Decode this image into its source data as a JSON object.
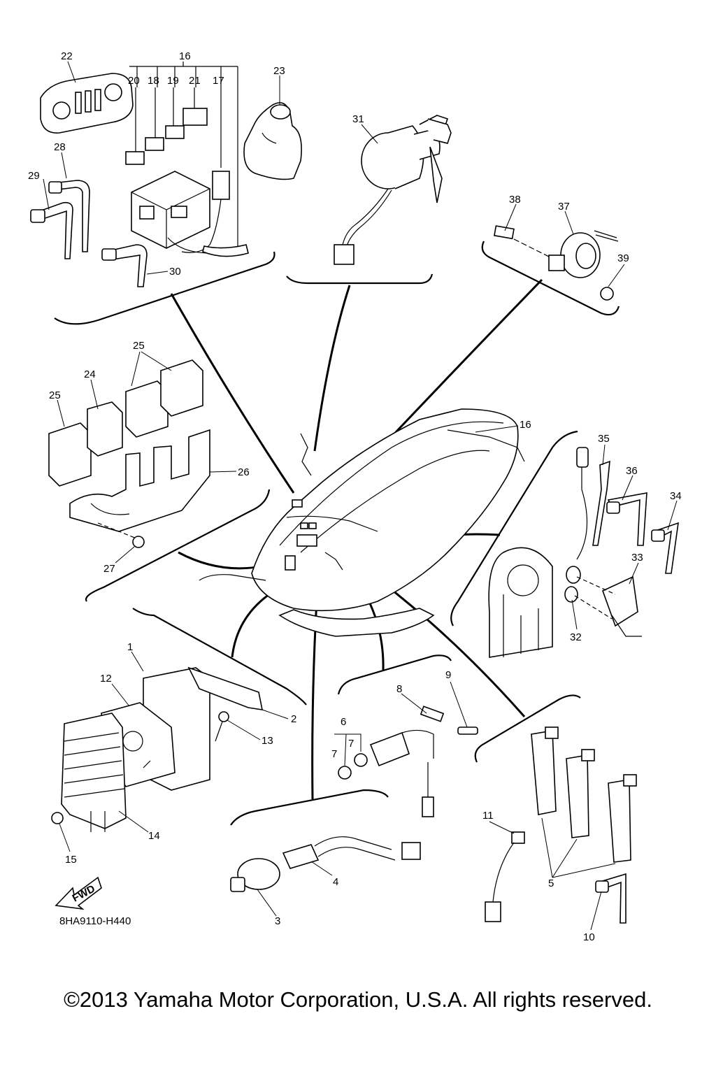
{
  "diagram_code": "8HA9110-H440",
  "fwd_label": "FWD",
  "copyright": "©2013 Yamaha Motor Corporation, U.S.A. All rights reserved.",
  "callouts": {
    "c1": "1",
    "c2": "2",
    "c3": "3",
    "c4": "4",
    "c5": "5",
    "c6": "6",
    "c7a": "7",
    "c7b": "7",
    "c8": "8",
    "c9": "9",
    "c10": "10",
    "c11": "11",
    "c12": "12",
    "c13": "13",
    "c14": "14",
    "c15": "15",
    "c16a": "16",
    "c16b": "16",
    "c17": "17",
    "c18": "18",
    "c19": "19",
    "c20": "20",
    "c21": "21",
    "c22": "22",
    "c23": "23",
    "c24": "24",
    "c25a": "25",
    "c25b": "25",
    "c26": "26",
    "c27": "27",
    "c28": "28",
    "c29": "29",
    "c30": "30",
    "c31": "31",
    "c32": "32",
    "c33": "33",
    "c34": "34",
    "c35": "35",
    "c36": "36",
    "c37": "37",
    "c38": "38",
    "c39": "39"
  }
}
